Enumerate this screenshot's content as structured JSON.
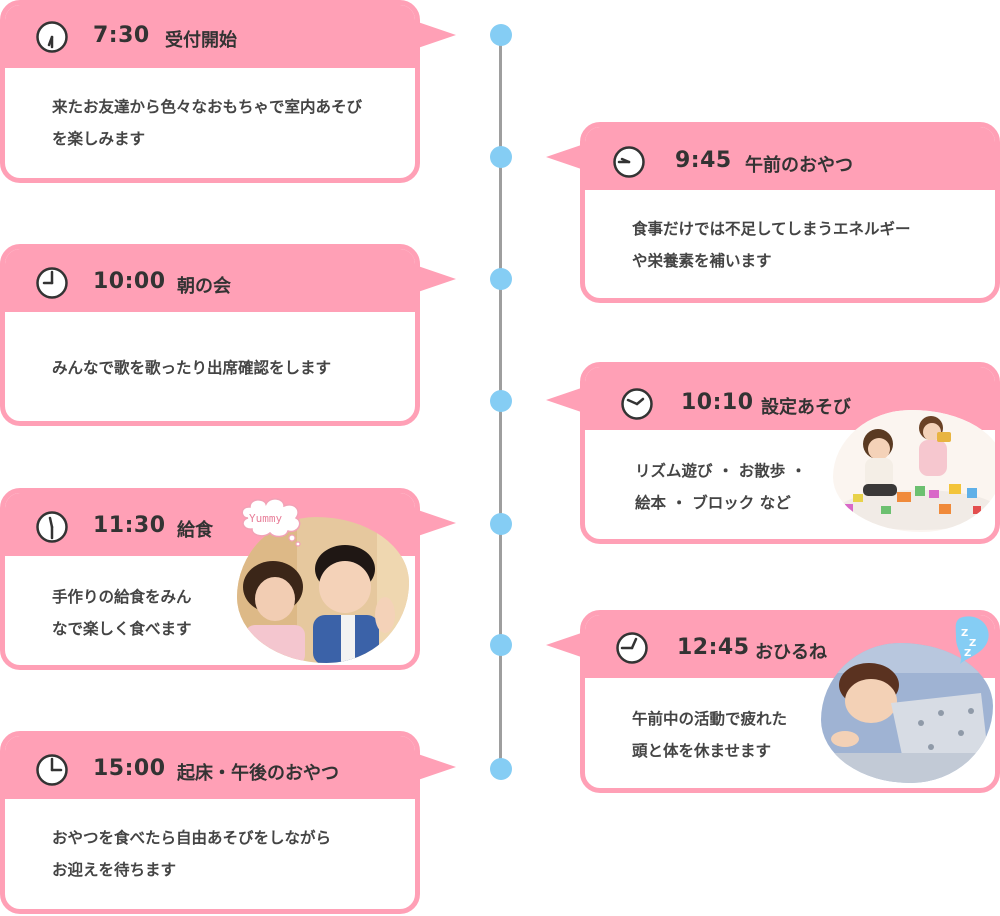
{
  "colors": {
    "pink": "#ffa0b6",
    "dot": "#85cdf4",
    "line": "#9e9e9e"
  },
  "events": [
    {
      "time": "7:30",
      "title": "受付開始",
      "lines": [
        "来たお友達から色々なおもちゃで室内あそび",
        "を楽しみます"
      ],
      "icon": "clock-icon"
    },
    {
      "time": "9:45",
      "title": "午前のおやつ",
      "lines": [
        "食事だけでは不足してしまうエネルギー",
        "や栄養素を補います"
      ],
      "icon": "clock-icon"
    },
    {
      "time": "10:00",
      "title": "朝の会",
      "lines": [
        "みんなで歌を歌ったり出席確認をします"
      ],
      "icon": "clock-icon"
    },
    {
      "time": "10:10",
      "title": "設定あそび",
      "lines": [
        "リズム遊び ・ お散歩 ・",
        "絵本 ・ ブロック など"
      ],
      "icon": "clock-icon",
      "photo": "children-playing-blocks-photo"
    },
    {
      "time": "11:30",
      "title": "給食",
      "lines": [
        "手作りの給食をみん",
        "なで楽しく食べます"
      ],
      "icon": "clock-icon",
      "photo": "children-praying-before-lunch-photo",
      "badge": "Yummy"
    },
    {
      "time": "12:45",
      "title": "おひるね",
      "lines": [
        "午前中の活動で疲れた",
        "頭と体を休ませます"
      ],
      "icon": "clock-icon",
      "photo": "child-sleeping-photo",
      "badge_icon": "zzz-icon"
    },
    {
      "time": "15:00",
      "title": "起床・午後のおやつ",
      "lines": [
        "おやつを食べたら自由あそびをしながら",
        "お迎えを待ちます"
      ],
      "icon": "clock-icon"
    }
  ]
}
